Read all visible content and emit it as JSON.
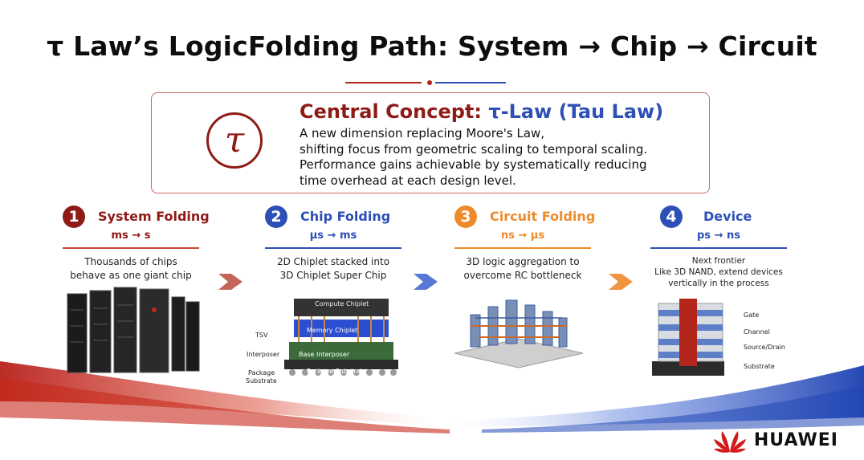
{
  "title": "τ Law’s LogicFolding Path: System → Chip → Circuit",
  "concept": {
    "symbol": "τ",
    "title_part1": "Central Concept: ",
    "title_part2": "τ-Law (Tau Law)",
    "lines": [
      "A new dimension replacing Moore's Law,",
      "shifting focus from geometric scaling to temporal scaling.",
      "Performance gains achievable by systematically reducing",
      "time overhead at each design level."
    ]
  },
  "steps": [
    {
      "number": "1",
      "title": "System Folding",
      "time": "ms → s",
      "desc": [
        "Thousands of chips",
        "behave as one giant chip"
      ],
      "color": "#8e1b16"
    },
    {
      "number": "2",
      "title": "Chip Folding",
      "time": "μs → ms",
      "desc": [
        "2D Chiplet stacked into",
        "3D Chiplet Super Chip"
      ],
      "color": "#2d4fb6"
    },
    {
      "number": "3",
      "title": "Circuit Folding",
      "time": "ns → μs",
      "desc": [
        "3D logic aggregation to",
        "overcome RC bottleneck"
      ],
      "color": "#ee8a2a"
    },
    {
      "number": "4",
      "title": "Device",
      "time": "ps → ns",
      "desc": [
        "Next frontier",
        "Like 3D NAND, extend devices",
        "vertically in the process"
      ],
      "color": "#2d4fb6"
    }
  ],
  "chip_labels": {
    "compute": "Compute Chiplet",
    "memory": "Memory Chiplet",
    "base": "Base Interposer",
    "tsv": "TSV",
    "interposer": "Interposer",
    "package": "Package",
    "substrate": "Substrate",
    "package_substrate": "Package Substrate"
  },
  "device_labels": {
    "gate": "Gate",
    "channel": "Channel",
    "source_drain": "Source/Drain",
    "substrate": "Substrate"
  },
  "brand": "HUAWEI",
  "colors": {
    "red": "#8e1b16",
    "blue": "#2d4fb6",
    "orange": "#ee8a2a"
  }
}
